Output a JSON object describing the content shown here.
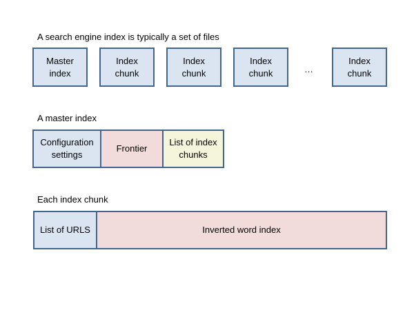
{
  "row1": {
    "caption": "A search engine index is typically a set of files",
    "boxes": [
      {
        "label": "Master index",
        "color": "#dbe5f1"
      },
      {
        "label": "Index chunk",
        "color": "#dbe5f1"
      },
      {
        "label": "Index chunk",
        "color": "#dbe5f1"
      },
      {
        "label": "Index chunk",
        "color": "#dbe5f1"
      },
      {
        "label": "Index chunk",
        "color": "#dbe5f1"
      }
    ],
    "ellipsis": "…"
  },
  "row2": {
    "caption": "A master index",
    "segments": [
      {
        "label": "Configuration settings",
        "color": "#dbe5f1"
      },
      {
        "label": "Frontier",
        "color": "#f2dcdb"
      },
      {
        "label": "List of index chunks",
        "color": "#f5f5dc"
      }
    ]
  },
  "row3": {
    "caption": "Each index chunk",
    "segments": [
      {
        "label": "List of URLS",
        "color": "#dbe5f1"
      },
      {
        "label": "Inverted word index",
        "color": "#f2dcdb"
      }
    ]
  },
  "colors": {
    "border": "#44648e",
    "blue": "#dbe5f1",
    "pink": "#f2dcdb",
    "cream": "#f5f5dc"
  }
}
